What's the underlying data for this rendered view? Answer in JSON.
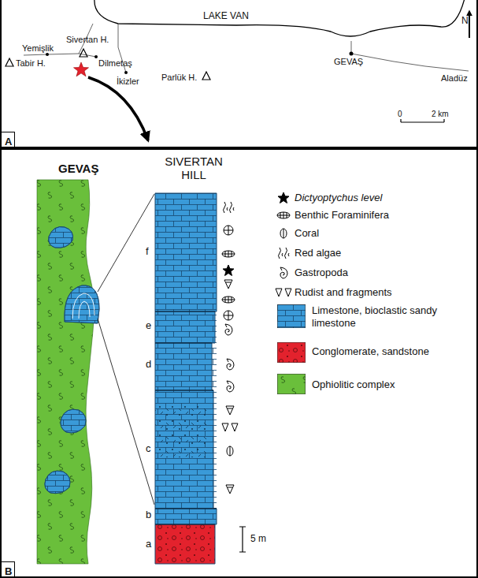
{
  "diagram": {
    "nodes": [
      {
        "text": [
          "A"
        ]
      },
      {
        "text": [
          "B"
        ]
      }
    ],
    "labels": [
      "LAKE VAN",
      "N",
      "GEVAŞ",
      "Yemişlik",
      "Sivertan H.",
      "Dilmetaş",
      "Tabir H.",
      "İkizler",
      "Parlük H.",
      "Aladüz",
      "0",
      "2 km",
      "GEVAŞ",
      "SIVERTAN HILL",
      "f",
      "e",
      "d",
      "c",
      "b",
      "a",
      "5 m"
    ],
    "legend": [
      {
        "text": "Dictyoptychus level"
      },
      {
        "text": "Benthic Foraminifera"
      },
      {
        "text": "Coral"
      },
      {
        "text": "Red algae"
      },
      {
        "text": "Gastropoda"
      },
      {
        "text": "Rudist and fragments"
      },
      {
        "text": "Limestone, bioclastic sandy limestone",
        "color": "#3a9ad8"
      },
      {
        "text": "Conglomerate, sandstone",
        "color": "#e3222d"
      },
      {
        "text": "Ophiolitic complex",
        "color": "#6abf3b"
      }
    ]
  }
}
